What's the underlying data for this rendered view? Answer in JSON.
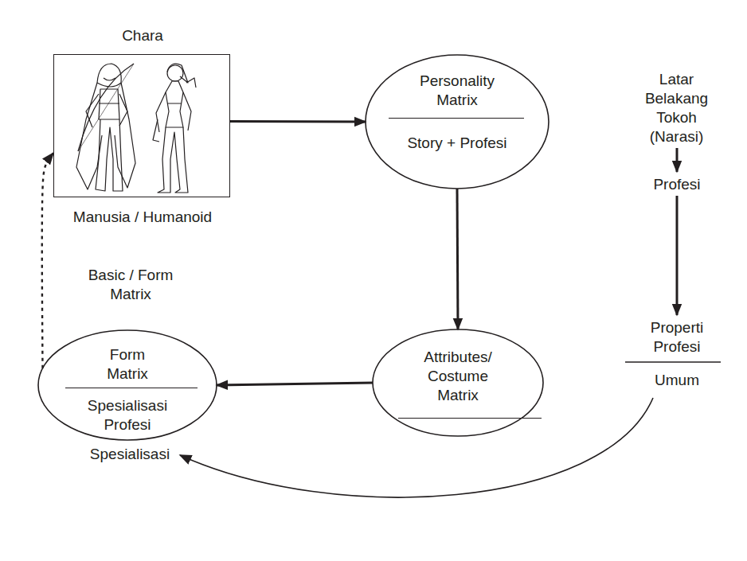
{
  "diagram": {
    "nodes": [
      {
        "text": [
          "Chara",
          "Manusia / Humanoid"
        ]
      },
      {
        "text": [
          "Personality Matrix",
          "Story + Profesi"
        ]
      },
      {
        "text": [
          "Attributes/ Costume Matrix"
        ]
      },
      {
        "text": [
          "Form Matrix",
          "Spesialisasi Profesi"
        ]
      }
    ],
    "edges": [
      {
        "from": 0,
        "to": 1,
        "arrow": "to"
      },
      {
        "from": 1,
        "to": 2,
        "arrow": "to"
      },
      {
        "from": 2,
        "to": 3,
        "arrow": "to"
      },
      {
        "from": 3,
        "to": 0,
        "arrow": "to",
        "label": "Basic / Form Matrix"
      }
    ],
    "labels": [
      "Latar Belakang Tokoh (Narasi)",
      "Profesi",
      "Properti Profesi",
      "Umum",
      "Spesialisasi"
    ]
  }
}
